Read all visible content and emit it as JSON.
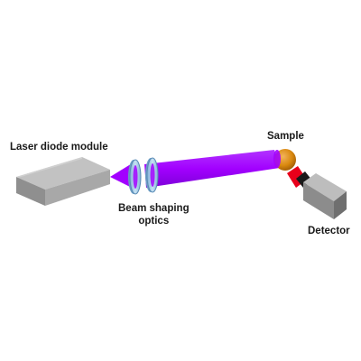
{
  "labels": {
    "laser_module": "Laser diode module",
    "optics_line1": "Beam shaping",
    "optics_line2": "optics",
    "sample": "Sample",
    "detector": "Detector"
  },
  "colors": {
    "beam": "#a200ff",
    "beam_dark": "#7a00d6",
    "box_top": "#b9b9b9",
    "box_front": "#9a9a9a",
    "box_side": "#6f6f6f",
    "lens": "#a9cfe8",
    "lens_edge": "#6a9cc4",
    "sample": "#d9880f",
    "filter": "#e8001a",
    "detector_tip": "#111111"
  }
}
